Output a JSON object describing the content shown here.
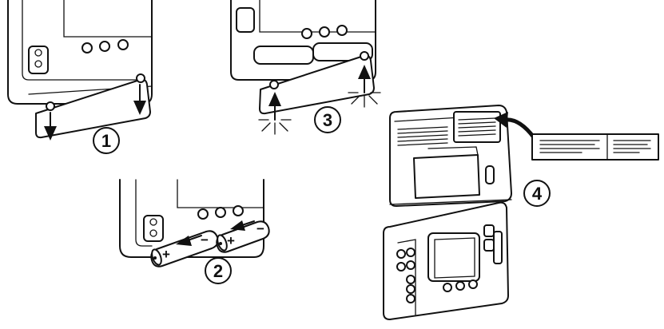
{
  "steps": [
    {
      "number": "1"
    },
    {
      "number": "2"
    },
    {
      "number": "3"
    },
    {
      "number": "4"
    }
  ],
  "battery_polarity": {
    "positive": "+",
    "negative": "−"
  },
  "colors": {
    "line": "#111111",
    "background": "#ffffff"
  }
}
